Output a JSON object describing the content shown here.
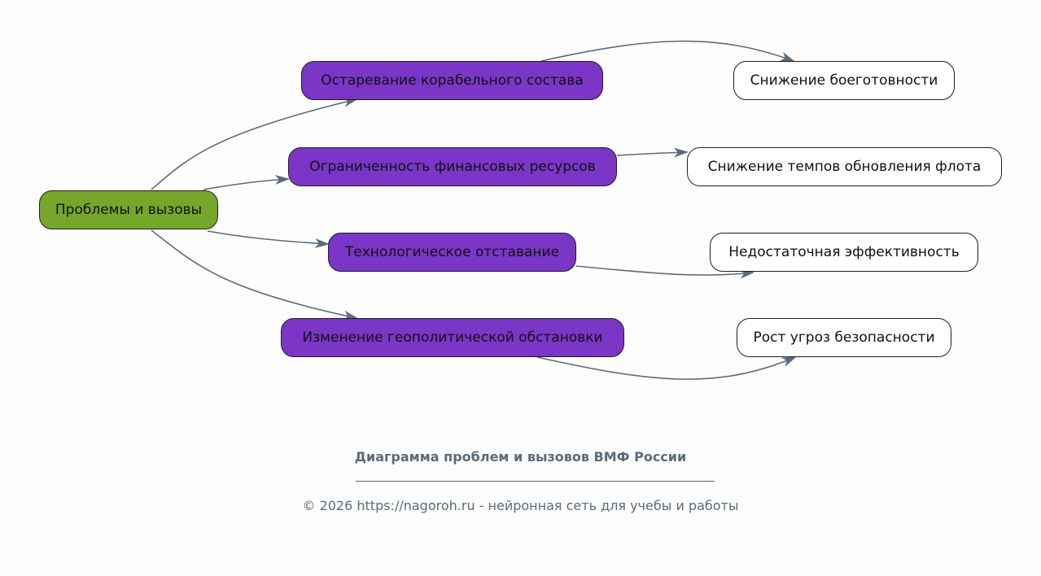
{
  "diagram": {
    "root": "Проблемы и вызовы",
    "causes": [
      "Остаревание корабельного состава",
      "Ограниченность финансовых ресурсов",
      "Технологическое отставание",
      "Изменение геополитической обстановки"
    ],
    "effects": [
      "Снижение боеготовности",
      "Снижение темпов обновления флота",
      "Недостаточная эффективность",
      "Рост угроз безопасности"
    ]
  },
  "footer": {
    "title": "Диаграмма проблем и вызовов ВМФ России",
    "copyright": "© 2026 https://nagoroh.ru - нейронная сеть для учебы и работы"
  },
  "colors": {
    "root_fill": "#76a62a",
    "cause_fill": "#7b35c7",
    "effect_fill": "#ffffff",
    "edge": "#5c6b7a"
  }
}
